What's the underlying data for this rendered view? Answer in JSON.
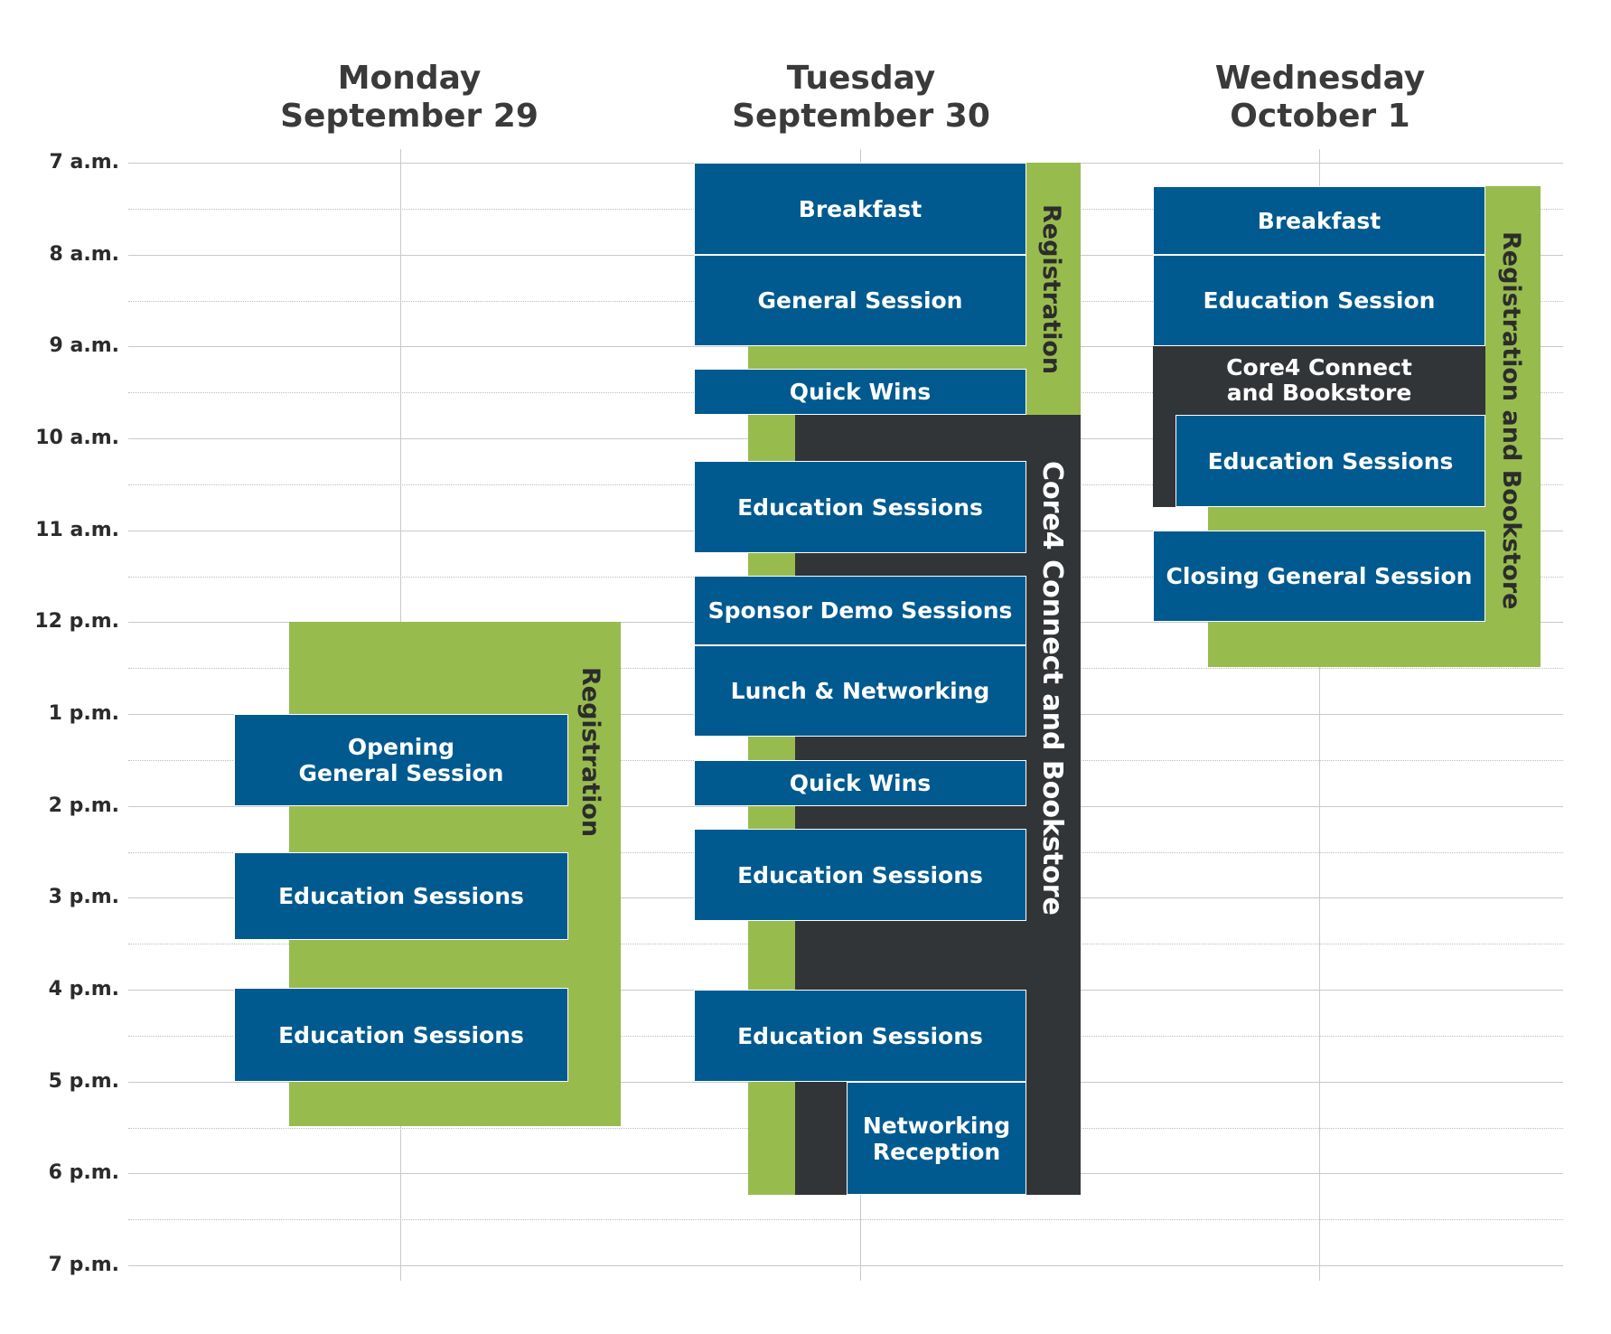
{
  "days": [
    {
      "name": "Monday",
      "date": "September 29"
    },
    {
      "name": "Tuesday",
      "date": "September 30"
    },
    {
      "name": "Wednesday",
      "date": "October 1"
    }
  ],
  "time_labels": [
    "7 a.m.",
    "8 a.m.",
    "9 a.m.",
    "10 a.m.",
    "11 a.m.",
    "12 p.m.",
    "1 p.m.",
    "2 p.m.",
    "3 p.m.",
    "4 p.m.",
    "5 p.m.",
    "6 p.m.",
    "7 p.m."
  ],
  "monday": {
    "registration": "Registration",
    "opening_general_session": "Opening General Session",
    "education_sessions_1": "Education Sessions",
    "education_sessions_2": "Education Sessions"
  },
  "tuesday": {
    "registration": "Registration",
    "core4_connect": "Core4 Connect and Bookstore",
    "breakfast": "Breakfast",
    "general_session": "General Session",
    "quick_wins_1": "Quick Wins",
    "education_sessions_1": "Education Sessions",
    "sponsor_demo_sessions": "Sponsor Demo Sessions",
    "lunch_networking": "Lunch & Networking",
    "quick_wins_2": "Quick Wins",
    "education_sessions_2": "Education Sessions",
    "education_sessions_3": "Education Sessions",
    "networking_reception": "Networking Reception"
  },
  "wednesday": {
    "registration_bookstore": "Registration and Bookstore",
    "breakfast": "Breakfast",
    "education_session": "Education Session",
    "core4_connect": "Core4 Connect and Bookstore",
    "education_sessions": "Education Sessions",
    "closing_general_session": "Closing General Session"
  },
  "colors": {
    "green": "#98bb4e",
    "dark": "#323537",
    "blue": "#005a8f"
  }
}
